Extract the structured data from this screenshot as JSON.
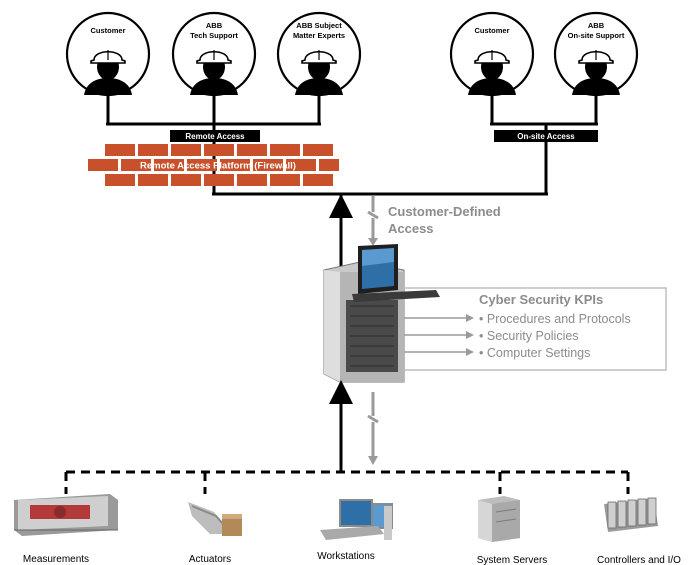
{
  "people": {
    "customer_left": "Customer",
    "tech_support_1": "ABB",
    "tech_support_2": "Tech Support",
    "sme_1": "ABB Subject",
    "sme_2": "Matter Experts",
    "customer_right": "Customer",
    "onsite_1": "ABB",
    "onsite_2": "On-site Support"
  },
  "labels": {
    "remote_access": "Remote Access",
    "onsite_access": "On-site Access",
    "firewall": "Remote Access Platform (Firewall)",
    "customer_defined_1": "Customer-Defined",
    "customer_defined_2": "Access"
  },
  "kpi": {
    "title": "Cyber Security KPIs",
    "items": [
      "Procedures and Protocols",
      "Security Policies",
      "Computer Settings"
    ]
  },
  "devices": {
    "measurements": "Measurements",
    "actuators": "Actuators",
    "workstations": "Workstations",
    "system_servers": "System Servers",
    "controllers": "Controllers and I/O"
  },
  "colors": {
    "brick": "#c8502a",
    "line": "#000000",
    "arrow_gray": "#9a9a9a",
    "kpi_text": "#8c8c8c"
  }
}
